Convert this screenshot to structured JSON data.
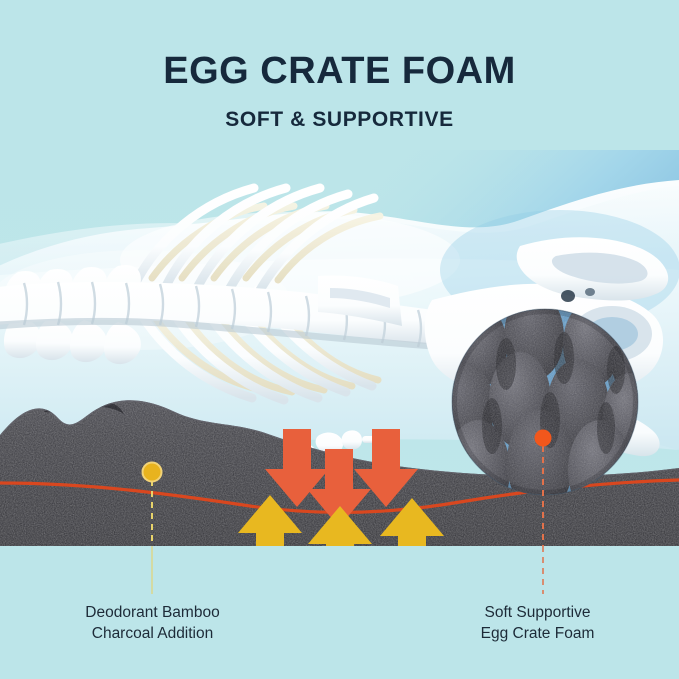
{
  "header": {
    "title": "EGG CRATE FOAM",
    "subtitle": "SOFT & SUPPORTIVE"
  },
  "callouts": {
    "left": {
      "label": "Deodorant Bamboo\nCharcoal Addition",
      "marker_color": "#e8b31e",
      "leader_color": "#e8d36a"
    },
    "right": {
      "label": "Soft Supportive\nEgg Crate Foam",
      "marker_color": "#f2571c",
      "leader_color": "#e2714a"
    }
  },
  "colors": {
    "background": "#bce5e9",
    "heading_text": "#16293c",
    "caption_text": "#1d2b38",
    "body_silhouette": "#f4fbfd",
    "blue_mid": "#8ecbe6",
    "blue_deep": "#6aa9d6",
    "foam_dark": "#2f2f36",
    "foam_speckle": "#8b8b92",
    "arrow_down": "#e8603c",
    "arrow_up": "#e8b820",
    "pressure_curve": "#d9471f",
    "bone_white": "#ffffff",
    "bone_shadow": "#e2e9ee",
    "cartilage": "#f2efdc"
  },
  "scene": {
    "skeleton_name": "spine-and-ribcage-illustration",
    "foam_layer_name": "charcoal-egg-crate-foam-layer",
    "magnifier_name": "egg-crate-foam-magnified-circle",
    "down_arrow_count": 3,
    "up_arrow_count": 3
  }
}
